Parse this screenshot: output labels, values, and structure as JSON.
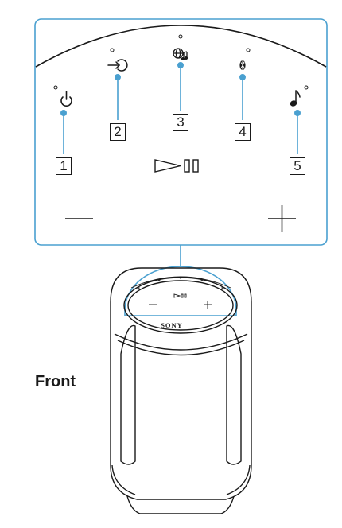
{
  "colors": {
    "callout_blue": "#4aa0d0",
    "ink": "#1a1a1a",
    "panel_border": "#4aa0d0"
  },
  "callouts": [
    {
      "number": "1",
      "name": "power-button",
      "icon": "power-icon"
    },
    {
      "number": "2",
      "name": "input-button",
      "icon": "input-icon"
    },
    {
      "number": "3",
      "name": "network-music-button",
      "icon": "globe-music-icon"
    },
    {
      "number": "4",
      "name": "bluetooth-button",
      "icon": "bluetooth-icon"
    },
    {
      "number": "5",
      "name": "music-center-button",
      "icon": "music-note-icon"
    }
  ],
  "controls": {
    "play_pause_icon": "play-pause-icon",
    "volume_down_icon": "minus-icon",
    "volume_up_icon": "plus-icon"
  },
  "labels": {
    "view": "Front",
    "brand": "SONY"
  }
}
